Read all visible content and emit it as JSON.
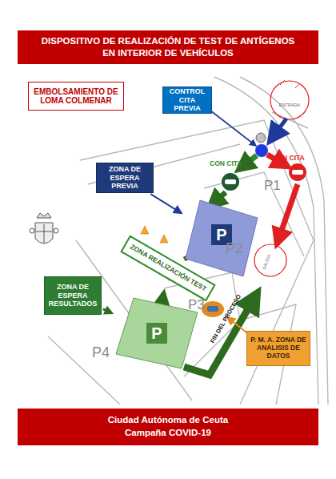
{
  "diagram": {
    "title": "DISPOSITIVO DE REALIZACIÓN DE TEST DE ANTÍGENOS EN INTERIOR DE VEHÍCULOS",
    "caption": "Ciudad Autónoma de Ceuta Campaña COVID-19",
    "nodes": [
      {
        "text": [
          "EMBOLSAMIENTO DE LOMA COLMENAR"
        ]
      },
      {
        "text": [
          "CONTROL CITA PREVIA"
        ]
      },
      {
        "text": [
          "ZONA DE ESPERA PREVIA"
        ]
      },
      {
        "text": [
          "P",
          "P2"
        ]
      },
      {
        "text": [
          "ZONA REALIZACIÓN TEST"
        ]
      },
      {
        "text": [
          "ZONA DE ESPERA RESULTADOS"
        ]
      },
      {
        "text": [
          "P",
          "P4"
        ]
      },
      {
        "text": [
          "P. M. A.  ZONA DE ANÁLISIS DE DATOS"
        ]
      }
    ],
    "edges": [
      {
        "from": 2,
        "to": 3,
        "arrow": "to"
      },
      {
        "from": 3,
        "to": 4,
        "arrow": "to"
      },
      {
        "from": 4,
        "to": 6,
        "arrow": "to"
      },
      {
        "from": 5,
        "to": 6,
        "arrow": "to"
      }
    ],
    "labels": [
      "P1",
      "CON CITA",
      "SIN CITA",
      "ENTRADA",
      "SALIDA",
      "P3",
      "FIN DEL PROCESO"
    ]
  }
}
